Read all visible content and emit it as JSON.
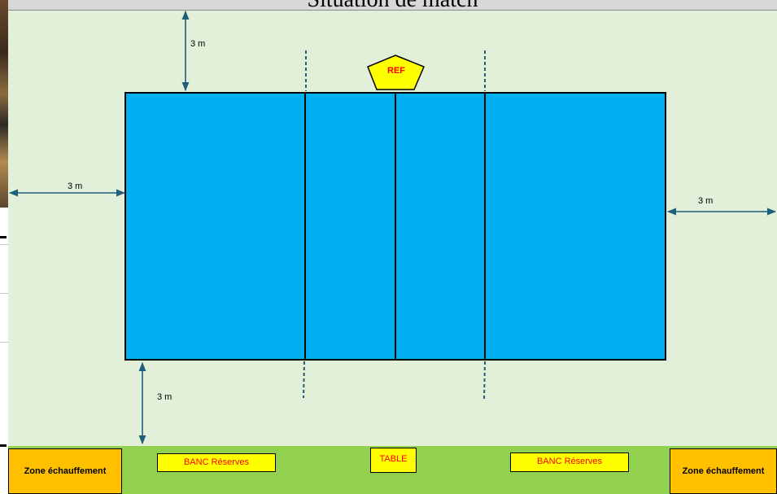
{
  "header": {
    "title": "Situation de match"
  },
  "court": {
    "fill_color": "#00b0f0",
    "surround_color": "#e2efd9",
    "line_color": "#000000"
  },
  "dimensions": {
    "top": "3 m",
    "left": "3 m",
    "right": "3 m",
    "bottom": "3 m"
  },
  "referee": {
    "label": "REF",
    "color": "#ffff00",
    "text_color": "#ff0000"
  },
  "bottom_area": {
    "band_color": "#92d050",
    "zone_left": "Zone échauffement",
    "zone_right": "Zone échauffement",
    "bench_left": "BANC Réserves",
    "table": "TABLE",
    "bench_right": "BANC Réserves"
  },
  "colors": {
    "arrow": "#1f5f7a",
    "zone": "#ffc000",
    "bench": "#ffff00",
    "bench_text": "#ff0000"
  },
  "icons": [
    "pentagon-referee-icon",
    "double-arrow-icon"
  ]
}
